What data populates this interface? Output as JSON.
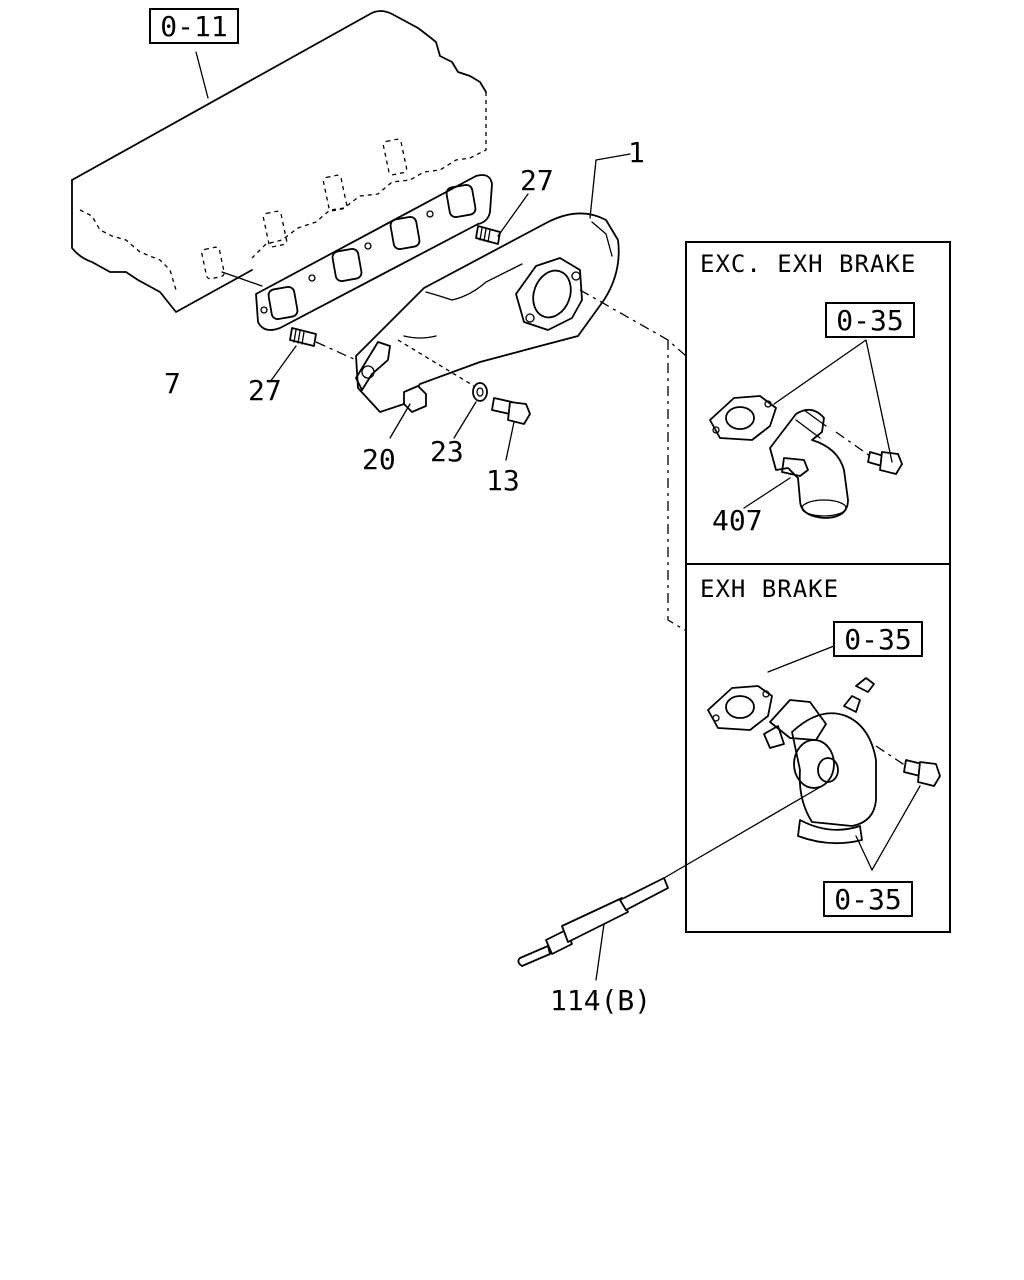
{
  "refs": {
    "head_ref": "0-11",
    "exc_ref": "0-35",
    "exh_ref_top": "0-35",
    "exh_ref_bottom": "0-35"
  },
  "part_numbers": {
    "manifold": "1",
    "stud_upper": "27",
    "stud_lower": "27",
    "gasket": "7",
    "nut": "20",
    "washer": "23",
    "bolt": "13",
    "exhaust_pipe_exc": "407",
    "cable": "114(B)"
  },
  "panels": {
    "exc_title": "EXC. EXH BRAKE",
    "exh_title": "EXH BRAKE"
  }
}
